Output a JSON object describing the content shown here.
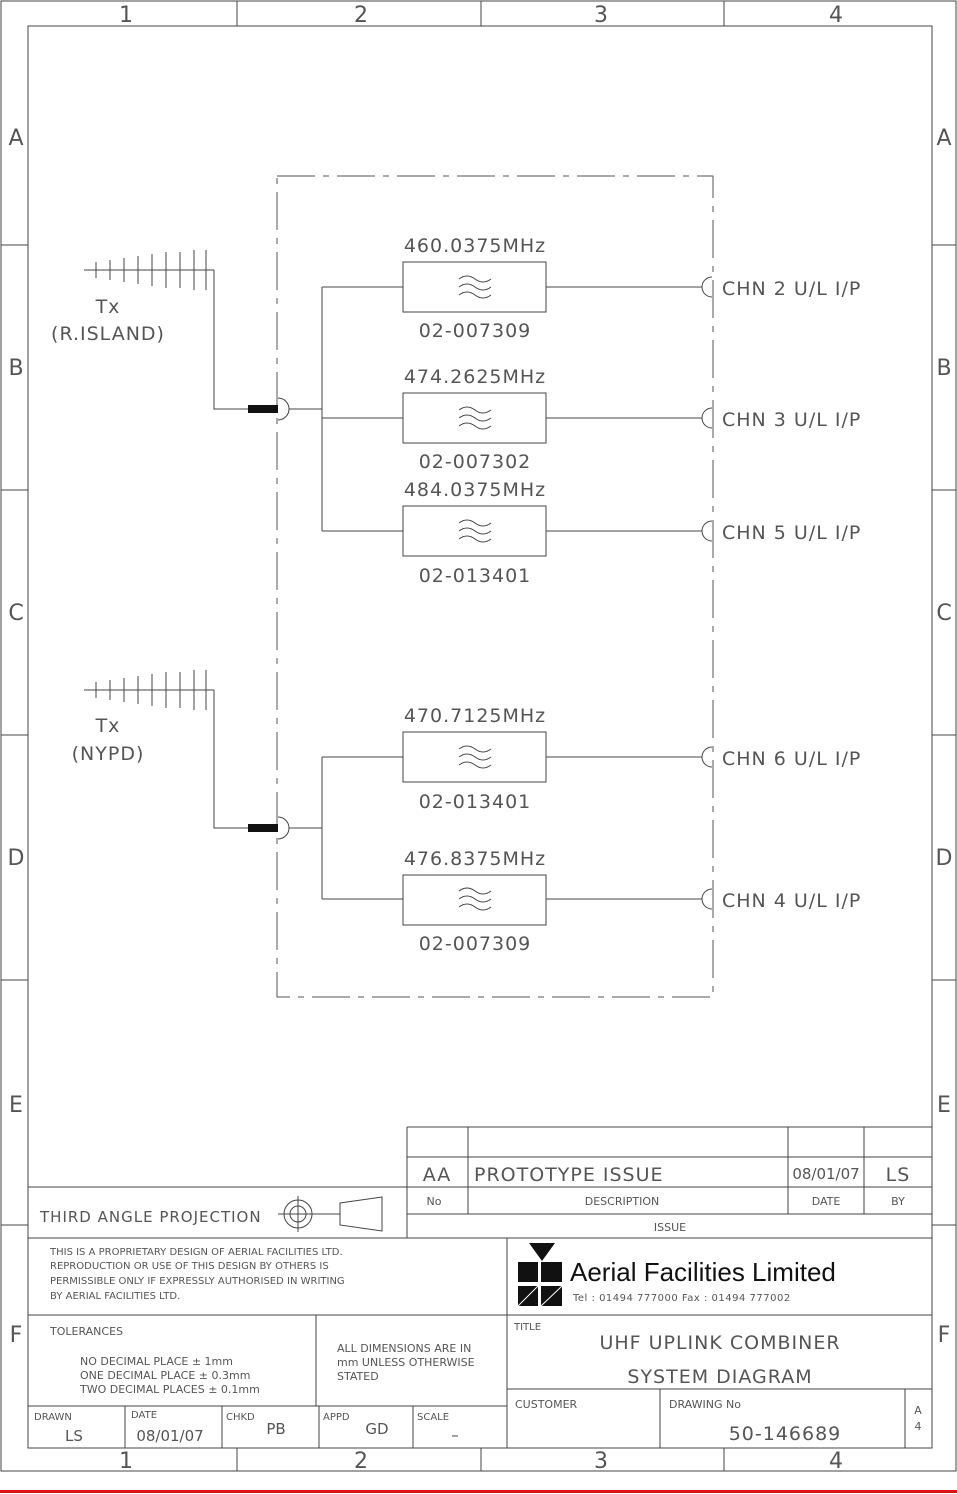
{
  "frame": {
    "columns": [
      "1",
      "2",
      "3",
      "4"
    ],
    "rows": [
      "A",
      "B",
      "C",
      "D",
      "E",
      "F"
    ]
  },
  "transmitters": [
    {
      "label": "Tx",
      "name": "(R.ISLAND)"
    },
    {
      "label": "Tx",
      "name": "(NYPD)"
    }
  ],
  "filters": [
    {
      "freq": "460.0375MHz",
      "part": "02-007309",
      "output": "CHN 2 U/L I/P"
    },
    {
      "freq": "474.2625MHz",
      "part": "02-007302",
      "output": "CHN 3 U/L I/P"
    },
    {
      "freq": "484.0375MHz",
      "part": "02-013401",
      "output": "CHN 5 U/L I/P"
    },
    {
      "freq": "470.7125MHz",
      "part": "02-013401",
      "output": "CHN 6 U/L I/P"
    },
    {
      "freq": "476.8375MHz",
      "part": "02-007309",
      "output": "CHN 4 U/L I/P"
    }
  ],
  "title_block": {
    "projection": "THIRD ANGLE PROJECTION",
    "issue": {
      "no": "AA",
      "description": "PROTOTYPE ISSUE",
      "date": "08/01/07",
      "by": "LS"
    },
    "issue_headers": {
      "no": "No",
      "description": "DESCRIPTION",
      "date": "DATE",
      "by": "BY",
      "issue": "ISSUE"
    },
    "notice": [
      "THIS IS A PROPRIETARY DESIGN OF AERIAL FACILITIES LTD.",
      "REPRODUCTION OR USE OF THIS DESIGN BY OTHERS IS",
      "PERMISSIBLE ONLY IF EXPRESSLY AUTHORISED IN WRITING",
      "BY AERIAL FACILITIES LTD."
    ],
    "company": "Aerial Facilities Limited",
    "contact": "Tel : 01494 777000 Fax : 01494 777002",
    "tolerances_label": "TOLERANCES",
    "tolerances": [
      "NO DECIMAL PLACE ± 1mm",
      "ONE DECIMAL PLACE ± 0.3mm",
      "TWO DECIMAL PLACES ± 0.1mm"
    ],
    "dimensions_note": [
      "ALL DIMENSIONS ARE IN",
      "mm UNLESS OTHERWISE",
      "STATED"
    ],
    "title_label": "TITLE",
    "title_lines": [
      "UHF UPLINK COMBINER",
      "SYSTEM DIAGRAM"
    ],
    "customer_label": "CUSTOMER",
    "drawing_no_label": "DRAWING No",
    "drawing_no": "50-146689",
    "sheet_size": [
      "A",
      "4"
    ],
    "drawn_label": "DRAWN",
    "drawn": "LS",
    "date_label": "DATE",
    "date": "08/01/07",
    "chkd_label": "CHKD",
    "chkd": "PB",
    "appd_label": "APPD",
    "appd": "GD",
    "scale_label": "SCALE",
    "scale": "–"
  },
  "colors": {
    "line": "#444444",
    "text": "#555555",
    "bottom_rule": "#dd1111"
  }
}
